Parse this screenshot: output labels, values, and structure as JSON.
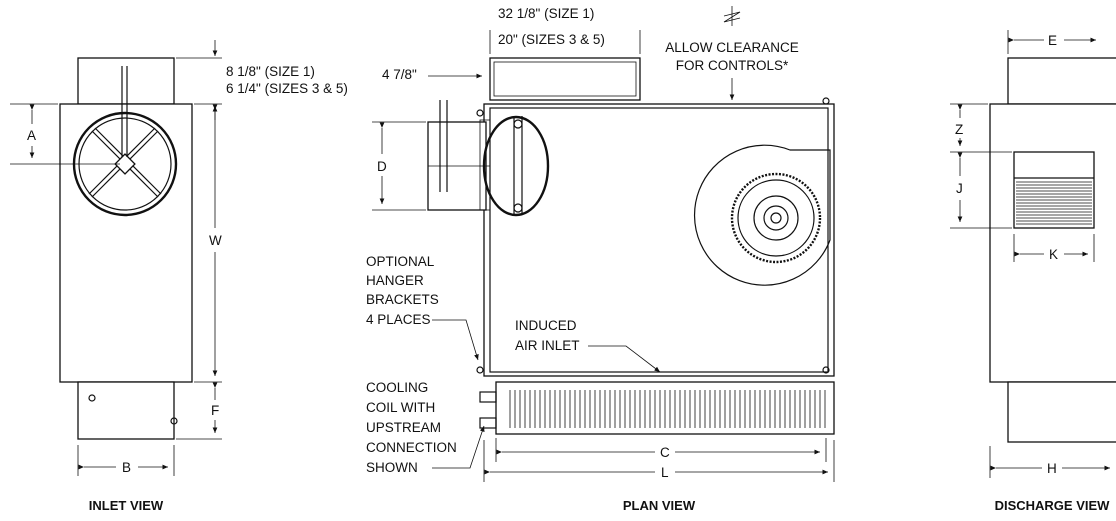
{
  "inlet_view": {
    "caption": "INLET VIEW",
    "dim_a": "A",
    "dim_b": "B",
    "dim_w": "W",
    "dim_f": "F",
    "collar_note_1": "8 1/8\" (SIZE 1)",
    "collar_note_2": "6 1/4\" (SIZES 3 & 5)"
  },
  "plan_view": {
    "caption": "PLAN VIEW",
    "top_note_1": "32 1/8\" (SIZE 1)",
    "top_note_2": "20\" (SIZES 3 & 5)",
    "clearance_1": "ALLOW CLEARANCE",
    "clearance_2": "FOR CONTROLS*",
    "offset": "4 7/8\"",
    "dim_d": "D",
    "dim_c": "C",
    "dim_l": "L",
    "hanger_lines": [
      "OPTIONAL",
      "HANGER",
      "BRACKETS",
      "4 PLACES"
    ],
    "induced_lines": [
      "INDUCED",
      "AIR INLET"
    ],
    "coil_lines": [
      "COOLING",
      "COIL WITH",
      "UPSTREAM",
      "CONNECTION",
      "SHOWN"
    ]
  },
  "discharge_view": {
    "caption": "DISCHARGE VIEW",
    "dim_e": "E",
    "dim_z": "Z",
    "dim_j": "J",
    "dim_k": "K",
    "dim_h": "H"
  }
}
